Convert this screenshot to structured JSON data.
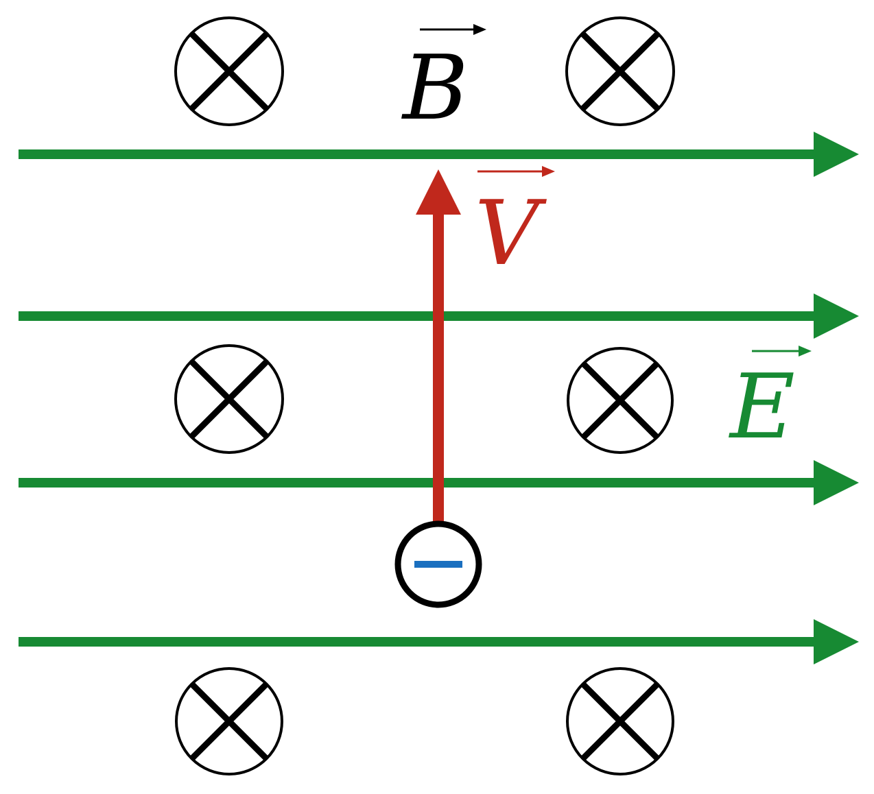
{
  "labels": {
    "magnetic_field": "B",
    "velocity": "V",
    "electric_field": "E",
    "charge_sign": "−"
  },
  "colors": {
    "magnetic_field": "#000000",
    "velocity": "#c0281c",
    "electric_field": "#178a33",
    "charge_sign": "#1a6fbf",
    "charge_outline": "#000000"
  },
  "icons": {
    "field_into_page": "circled-x-icon",
    "negative_charge": "circled-minus-icon"
  }
}
